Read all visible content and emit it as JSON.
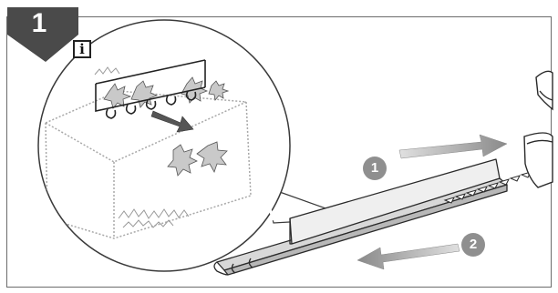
{
  "step": {
    "number": "1"
  },
  "info": {
    "symbol": "i"
  },
  "callouts": [
    {
      "label": "1",
      "direction": "right"
    },
    {
      "label": "2",
      "direction": "left"
    }
  ],
  "colors": {
    "badge": "#4a4a4a",
    "arrow": "#9a9a9a",
    "outline": "#2a2a2a",
    "callout": "#8f8f8f"
  }
}
